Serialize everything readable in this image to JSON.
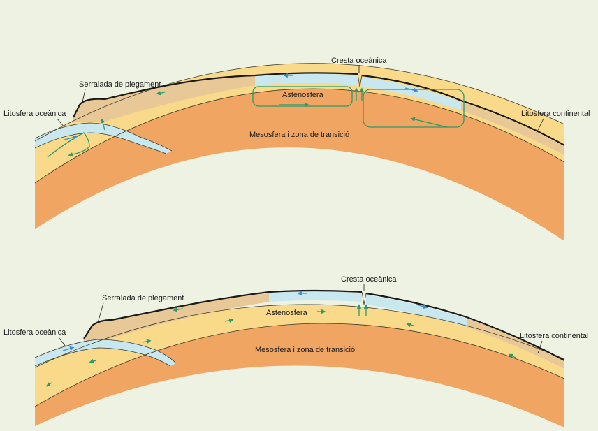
{
  "colors": {
    "background": "#eef2e3",
    "mesosphere": "#f0a563",
    "asthenosphere": "#f9d98a",
    "continental_lithosphere": "#e8c896",
    "oceanic_lithosphere": "#c9e7ee",
    "flow_arrow": "#2a9a6a",
    "ocean_arrow": "#3b8fc8"
  },
  "panels": [
    {
      "labels": {
        "oceanic_lithosphere": "Litosfera oceànica",
        "fold_belt": "Serralada de plegament",
        "ridge": "Cresta oceànica",
        "asthenosphere": "Astenosfera",
        "mesosphere": "Mesosfera i zona de transició",
        "continental_lithosphere": "Litosfera continental"
      }
    },
    {
      "labels": {
        "oceanic_lithosphere": "Litosfera oceànica",
        "fold_belt": "Serralada de plegament",
        "ridge": "Cresta oceànica",
        "asthenosphere": "Astenosfera",
        "mesosphere": "Mesosfera i zona de transició",
        "continental_lithosphere": "Litosfera continental"
      }
    }
  ]
}
